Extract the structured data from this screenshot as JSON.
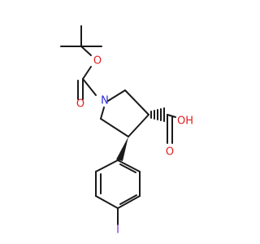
{
  "molecule": {
    "atoms": {
      "n1": "N",
      "o_ester_single": "O",
      "o_ester_double": "O",
      "o_acid_hydroxyl": "OH",
      "o_acid_double": "O",
      "iodine": "I"
    },
    "colors": {
      "carbon_bond": "#1a1a1a",
      "oxygen": "#e02020",
      "nitrogen": "#2a2ad8",
      "iodine": "#8a2be2"
    }
  }
}
